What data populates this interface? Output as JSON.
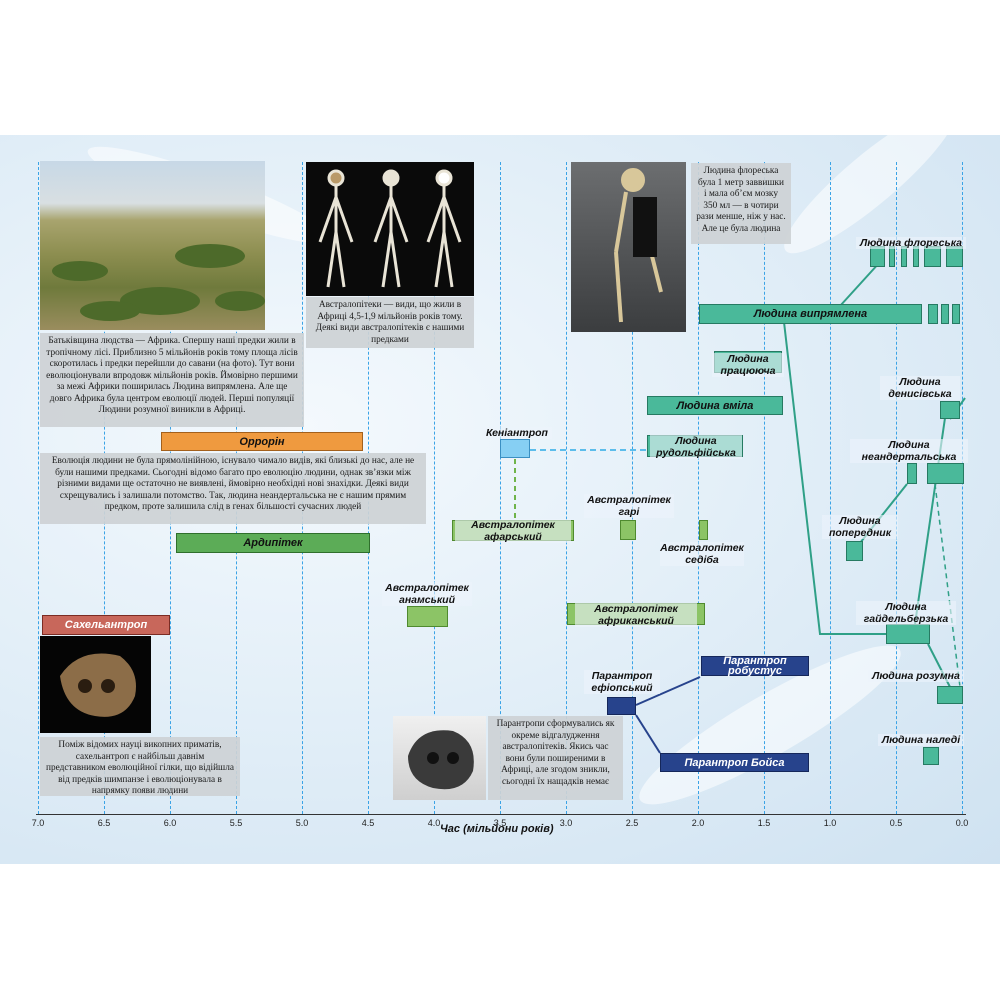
{
  "axis": {
    "label": "Час (мільйони років)",
    "ticks": [
      "7.0",
      "6.5",
      "6.0",
      "5.5",
      "5.0",
      "4.5",
      "4.0",
      "3.5",
      "3.0",
      "2.5",
      "2.0",
      "1.5",
      "1.0",
      "0.5",
      "0.0"
    ]
  },
  "species": {
    "floresiensis": "Людина флореська",
    "erectus": "Людина випрямлена",
    "ergaster": "Людина працююча",
    "habilis": "Людина вміла",
    "rudolfensis": "Людина рудольфійська",
    "denisova": "Людина денисівська",
    "neanderthal": "Людина неандертальська",
    "antecessor": "Людина попередник",
    "heidelbergensis": "Людина гайдельберзька",
    "sapiens": "Людина розумна",
    "naledi": "Людина наледі",
    "kenyanthropus": "Кеніантроп",
    "garhi": "Австралопітек гарі",
    "sediba": "Австралопітек седіба",
    "afarensis": "Австралопітек афарський",
    "anamensis": "Австралопітек анамський",
    "africanus": "Австралопітек африканський",
    "orrorin": "Оррорін",
    "ardipithecus": "Ардипітек",
    "sahelanthropus": "Сахельантроп",
    "aethiopicus": "Парантроп ефіопський",
    "robustus": "Парантроп робустус",
    "boisei": "Парантроп Бойса"
  },
  "notes": {
    "africa": "Батьківщина людства — Африка. Спершу наші предки жили в тропічному лісі. Приблизно 5 мільйонів років тому площа лісів скоротилась і предки перейшли до савани (на фото). Тут вони еволюціонували впродовж мільйонів років. Ймовірно першими за межі Африки поширилась Людина випрямлена. Але ще довго Африка була центром еволюції людей. Перші популяції Людини розумної виникли в Африці.",
    "australopithecus": "Австралопітеки — види, що жили в Африці 4,5-1,9 мільйонів років тому. Деякі види австралопітеків є нашими предками",
    "flores": "Людина флореська була 1 метр заввишки і мала об’єм мозку 350 мл — в чотири рази менше, ніж у нас. Але це була людина",
    "evolution": "Еволюція людини не була прямолінійною, існувало чимало видів, які близькі до нас, але не були нашими предками. Сьогодні відомо багато про еволюцію людини, однак зв’язки між різними видами ще остаточно не виявлені, ймовірно необхідні нові знахідки. Деякі види схрещувались і залишали потомство. Так, людина неандертальська не є нашим прямим предком, проте залишила слід в генах більшості сучасних людей",
    "sahelanthropus": "Поміж відомих науці викопних приматів, сахельантроп є найбільш давнім представником еволюційної гілки, що відійшла від предків шимпанзе і еволюціонувала в напрямку появи людини",
    "paranthropus": "Парантропи сформувались як окреме відгалудження австралопітеків. Якись час вони були поширеними в Африці, але згодом зникли, сьогодні їх нащадків немає"
  },
  "colors": {
    "homo": "#4ab99a",
    "australopithecus": "#8cc466",
    "ardipithecus": "#5cac57",
    "orrorin": "#ef9a3f",
    "sahelanthropus": "#c8675b",
    "paranthropus": "#27438c",
    "kenyanthropus": "#86cff3",
    "gridline": "#3aa3e6"
  }
}
